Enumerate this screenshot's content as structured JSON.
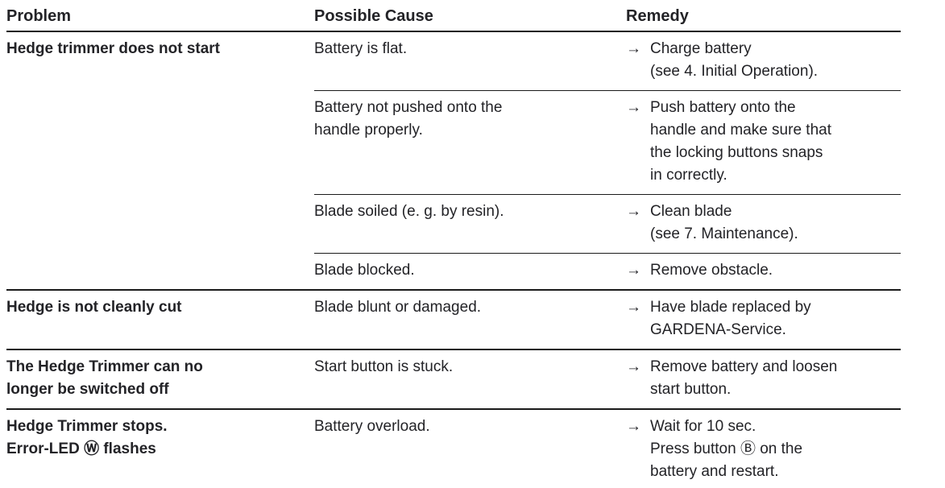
{
  "table": {
    "headers": {
      "problem": "Problem",
      "cause": "Possible Cause",
      "remedy": "Remedy"
    },
    "arrow": "→",
    "groups": [
      {
        "problem": "Hedge trimmer does not start",
        "pairs": [
          {
            "cause": "Battery is flat.",
            "remedy": "Charge battery\n(see 4. Initial Operation)."
          },
          {
            "cause": "Battery not pushed onto the\nhandle properly.",
            "remedy": "Push battery onto the\nhandle and make sure that\nthe locking buttons snaps\nin correctly."
          },
          {
            "cause": "Blade soiled (e. g. by resin).",
            "remedy": "Clean blade\n(see 7. Maintenance)."
          },
          {
            "cause": "Blade blocked.",
            "remedy": "Remove obstacle."
          }
        ]
      },
      {
        "problem": "Hedge is not cleanly cut",
        "pairs": [
          {
            "cause": "Blade blunt or damaged.",
            "remedy": "Have blade replaced by\nGARDENA-Service."
          }
        ]
      },
      {
        "problem": "The Hedge Trimmer can no\nlonger be switched off",
        "pairs": [
          {
            "cause": "Start button is stuck.",
            "remedy": "Remove battery and loosen\nstart button."
          }
        ]
      },
      {
        "problem": "Hedge Trimmer stops.\nError-LED Ⓦ flashes",
        "pairs": [
          {
            "cause": "Battery overload.",
            "remedy": "Wait for 10 sec.\nPress button Ⓑ on the\nbattery and restart."
          }
        ]
      }
    ]
  }
}
